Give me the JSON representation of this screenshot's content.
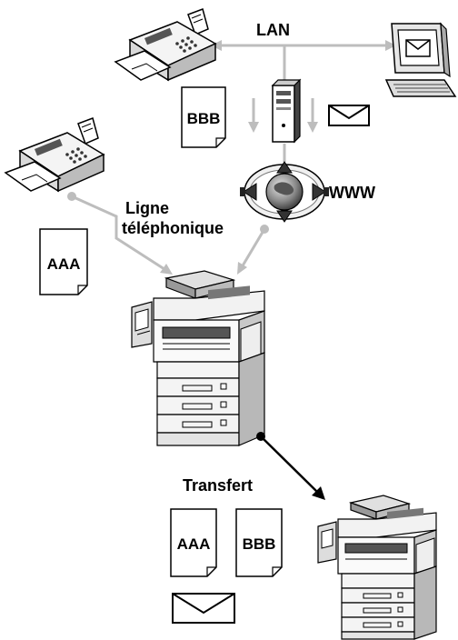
{
  "labels": {
    "lan": "LAN",
    "www": "WWW",
    "phone_line_1": "Ligne",
    "phone_line_2": "téléphonique",
    "transfer": "Transfert"
  },
  "documents": {
    "bbb_top": "BBB",
    "aaa_left": "AAA",
    "aaa_bottom": "AAA",
    "bbb_bottom": "BBB"
  },
  "icons": {
    "fax_top": "fax-machine-icon",
    "fax_left": "fax-machine-icon",
    "computer": "desktop-computer-icon",
    "server": "server-tower-icon",
    "email": "envelope-icon",
    "internet": "globe-internet-icon",
    "copier_main": "multifunction-copier-icon",
    "copier_small": "multifunction-copier-icon"
  },
  "colors": {
    "connector": "#bdbdbd",
    "line": "#000000"
  }
}
